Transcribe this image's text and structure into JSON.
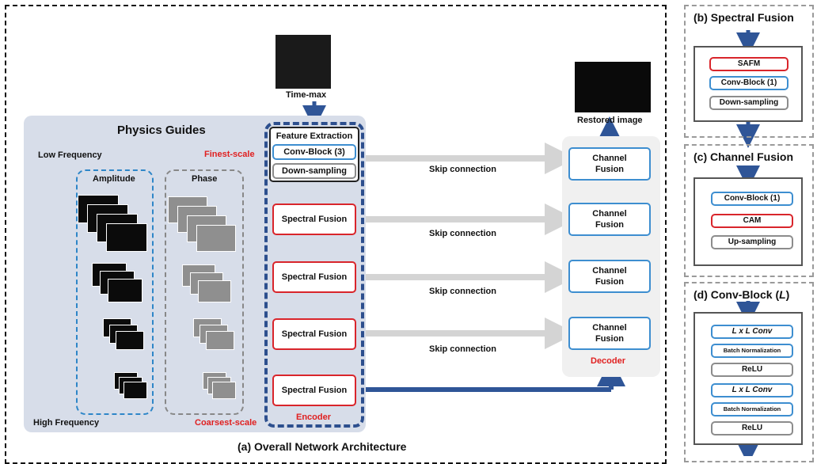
{
  "main_caption": "(a) Overall Network Architecture",
  "physics_guides": {
    "title": "Physics Guides",
    "low_frequency": "Low Frequency",
    "high_frequency": "High Frequency",
    "amplitude": "Amplitude",
    "phase": "Phase",
    "finest_scale": "Finest-scale",
    "coarsest_scale": "Coarsest-scale"
  },
  "input": {
    "label": "Time-max"
  },
  "output": {
    "label": "Restored image"
  },
  "encoder": {
    "label": "Encoder",
    "feature_extraction": {
      "title": "Feature Extraction",
      "conv_block": "Conv-Block (3)",
      "down_sampling": "Down-sampling"
    },
    "spectral_fusion_blocks": [
      "Spectral Fusion",
      "Spectral Fusion",
      "Spectral Fusion",
      "Spectral Fusion"
    ]
  },
  "decoder": {
    "label": "Decoder",
    "channel_fusion_blocks": [
      "Channel\nFusion",
      "Channel\nFusion",
      "Channel\nFusion",
      "Channel\nFusion"
    ]
  },
  "skip_connections": [
    "Skip connection",
    "Skip connection",
    "Skip connection",
    "Skip connection"
  ],
  "panel_b": {
    "title": "(b) Spectral Fusion",
    "items": [
      "SAFM",
      "Conv-Block (1)",
      "Down-sampling"
    ]
  },
  "panel_c": {
    "title": "(c) Channel Fusion",
    "items": [
      "Conv-Block (1)",
      "CAM",
      "Up-sampling"
    ]
  },
  "panel_d": {
    "title_prefix": "(d) Conv-Block (",
    "title_var": "L",
    "title_suffix": ")",
    "items": [
      "L x L Conv",
      "Batch Normalization",
      "ReLU",
      "L x L Conv",
      "Batch Normalization",
      "ReLU"
    ]
  },
  "colors": {
    "arrow": "#2f5597",
    "red_border": "#d9252b",
    "blue_border": "#3d8ed0",
    "red_text": "#e02020",
    "purple_arrow": "#7030a0"
  }
}
